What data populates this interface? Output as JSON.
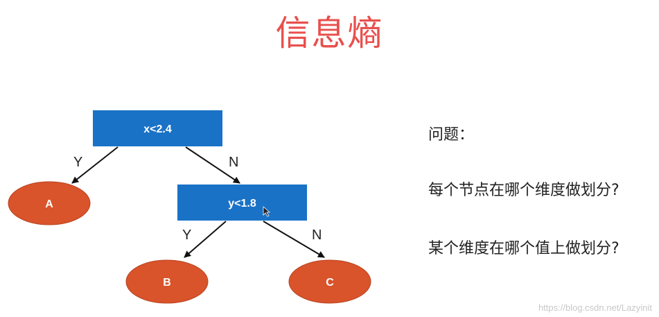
{
  "title": "信息熵",
  "tree": {
    "root": {
      "label": "x<2.4",
      "yes": "Y",
      "no": "N"
    },
    "internal": {
      "label": "y<1.8",
      "yes": "Y",
      "no": "N"
    },
    "leaves": {
      "a": "A",
      "b": "B",
      "c": "C"
    }
  },
  "questions": {
    "heading": "问题：",
    "q1": "每个节点在哪个维度做划分?",
    "q2": "某个维度在哪个值上做划分?"
  },
  "watermark": "https://blog.csdn.net/Lazyinit",
  "colors": {
    "title": "#e8504d",
    "split_node": "#1a72c6",
    "leaf_node": "#d9532b",
    "edge": "#111111"
  }
}
